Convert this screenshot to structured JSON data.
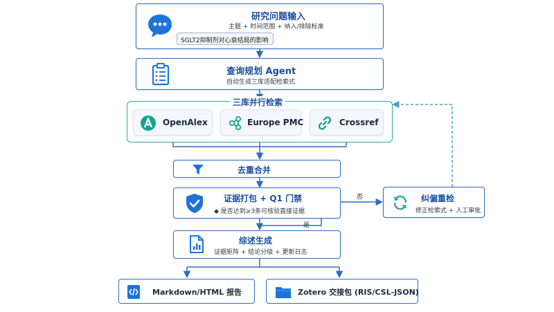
{
  "input": {
    "title": "研究问题输入",
    "subtitle": "主题 + 时间范围 + 纳入/排除标准",
    "example": "SGLT2抑制剂对心衰结局的影响",
    "icon": "chat-bubble-icon"
  },
  "planner": {
    "title": "查询规划 Agent",
    "subtitle": "自动生成三库适配检索式",
    "icon": "clipboard-list-icon"
  },
  "search": {
    "title": "三库并行检索",
    "databases": [
      {
        "label": "OpenAlex",
        "icon": "openalex-logo-icon"
      },
      {
        "label": "Europe PMC",
        "icon": "network-nodes-icon"
      },
      {
        "label": "Crossref",
        "icon": "chain-link-icon"
      }
    ]
  },
  "dedupe": {
    "title": "去重合并",
    "icon": "funnel-icon"
  },
  "gate": {
    "title": "证据打包 + Q1 门禁",
    "subtitle": "◆ 是否达到≥3条可核验直接证据",
    "icon": "shield-check-icon",
    "decision_no": "否",
    "decision_yes": "是"
  },
  "correction": {
    "title": "纠偏重检",
    "subtitle": "修正检索式 + 人工审批",
    "icon": "refresh-icon"
  },
  "synthesis": {
    "title": "综述生成",
    "subtitle": "证据矩阵 + 结论分级 + 更新日志",
    "icon": "document-chart-icon"
  },
  "outputs": [
    {
      "label": "Markdown/HTML 报告",
      "icon": "code-file-icon"
    },
    {
      "label": "Zotero 交接包 (RIS/CSL-JSON)",
      "icon": "folder-icon"
    }
  ],
  "colors": {
    "primary": "#2f6cc0",
    "title_blue": "#1a4f9c",
    "teal": "#2aa89a",
    "dashed_line": "#4a9fd0",
    "icon_blue": "#1e73d9"
  }
}
